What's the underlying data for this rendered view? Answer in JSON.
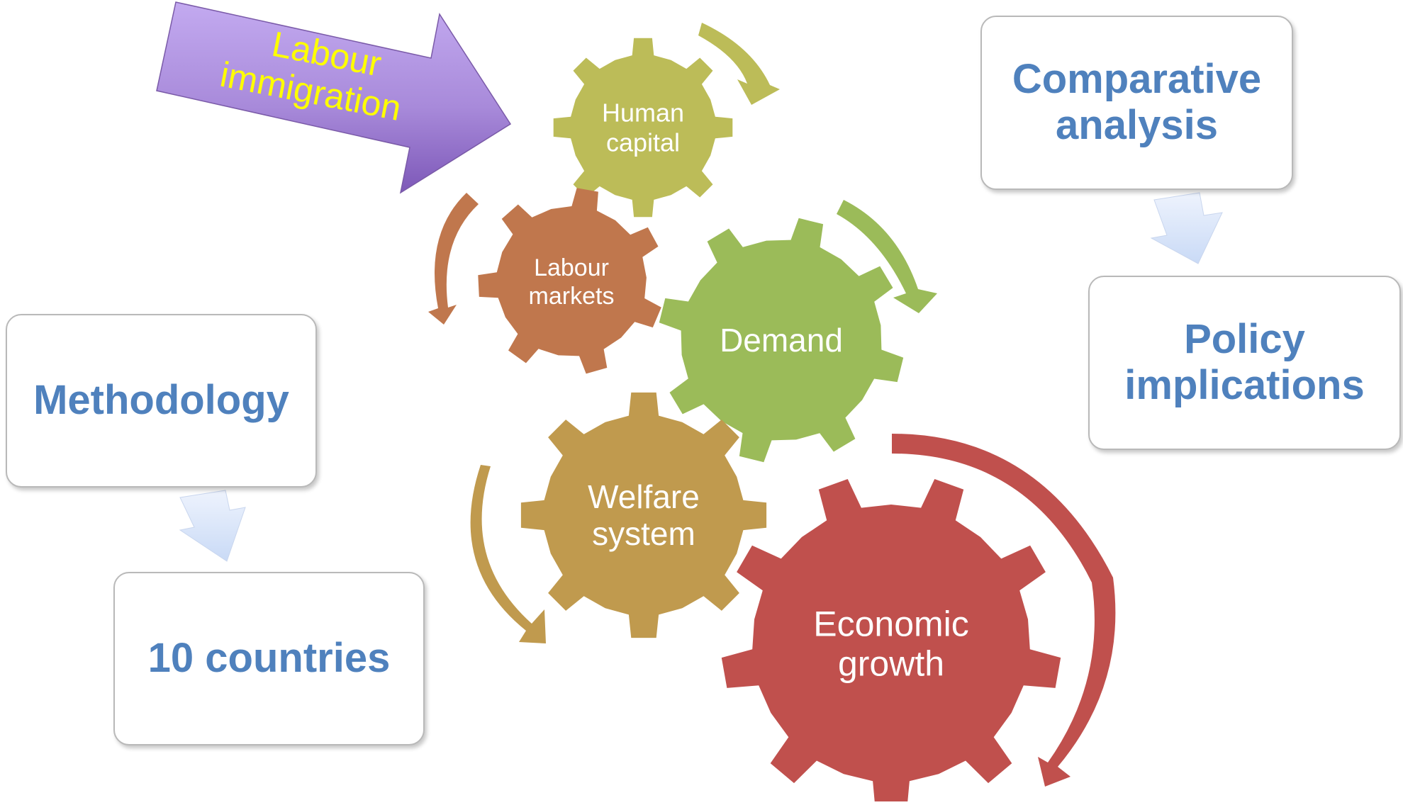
{
  "banner": {
    "line1": "Labour",
    "line2": "immigration"
  },
  "gears": {
    "human_capital": {
      "line1": "Human",
      "line2": "capital",
      "color": "#bcbc58"
    },
    "labour_markets": {
      "line1": "Labour",
      "line2": "markets",
      "color": "#c0774d"
    },
    "demand": {
      "line1": "Demand",
      "color": "#9bbb59"
    },
    "welfare_system": {
      "line1": "Welfare",
      "line2": "system",
      "color": "#c09a4e"
    },
    "economic_growth": {
      "line1": "Economic",
      "line2": "growth",
      "color": "#c0504d"
    }
  },
  "boxes": {
    "methodology": "Methodology",
    "countries": "10 countries",
    "comparative": "Comparative analysis",
    "policy": "Policy implications"
  },
  "colors": {
    "box_text": "#4f81bd",
    "banner_text": "#ffff00",
    "banner_fill": "#9b7fd1",
    "down_arrow": "#dbe6fb"
  }
}
